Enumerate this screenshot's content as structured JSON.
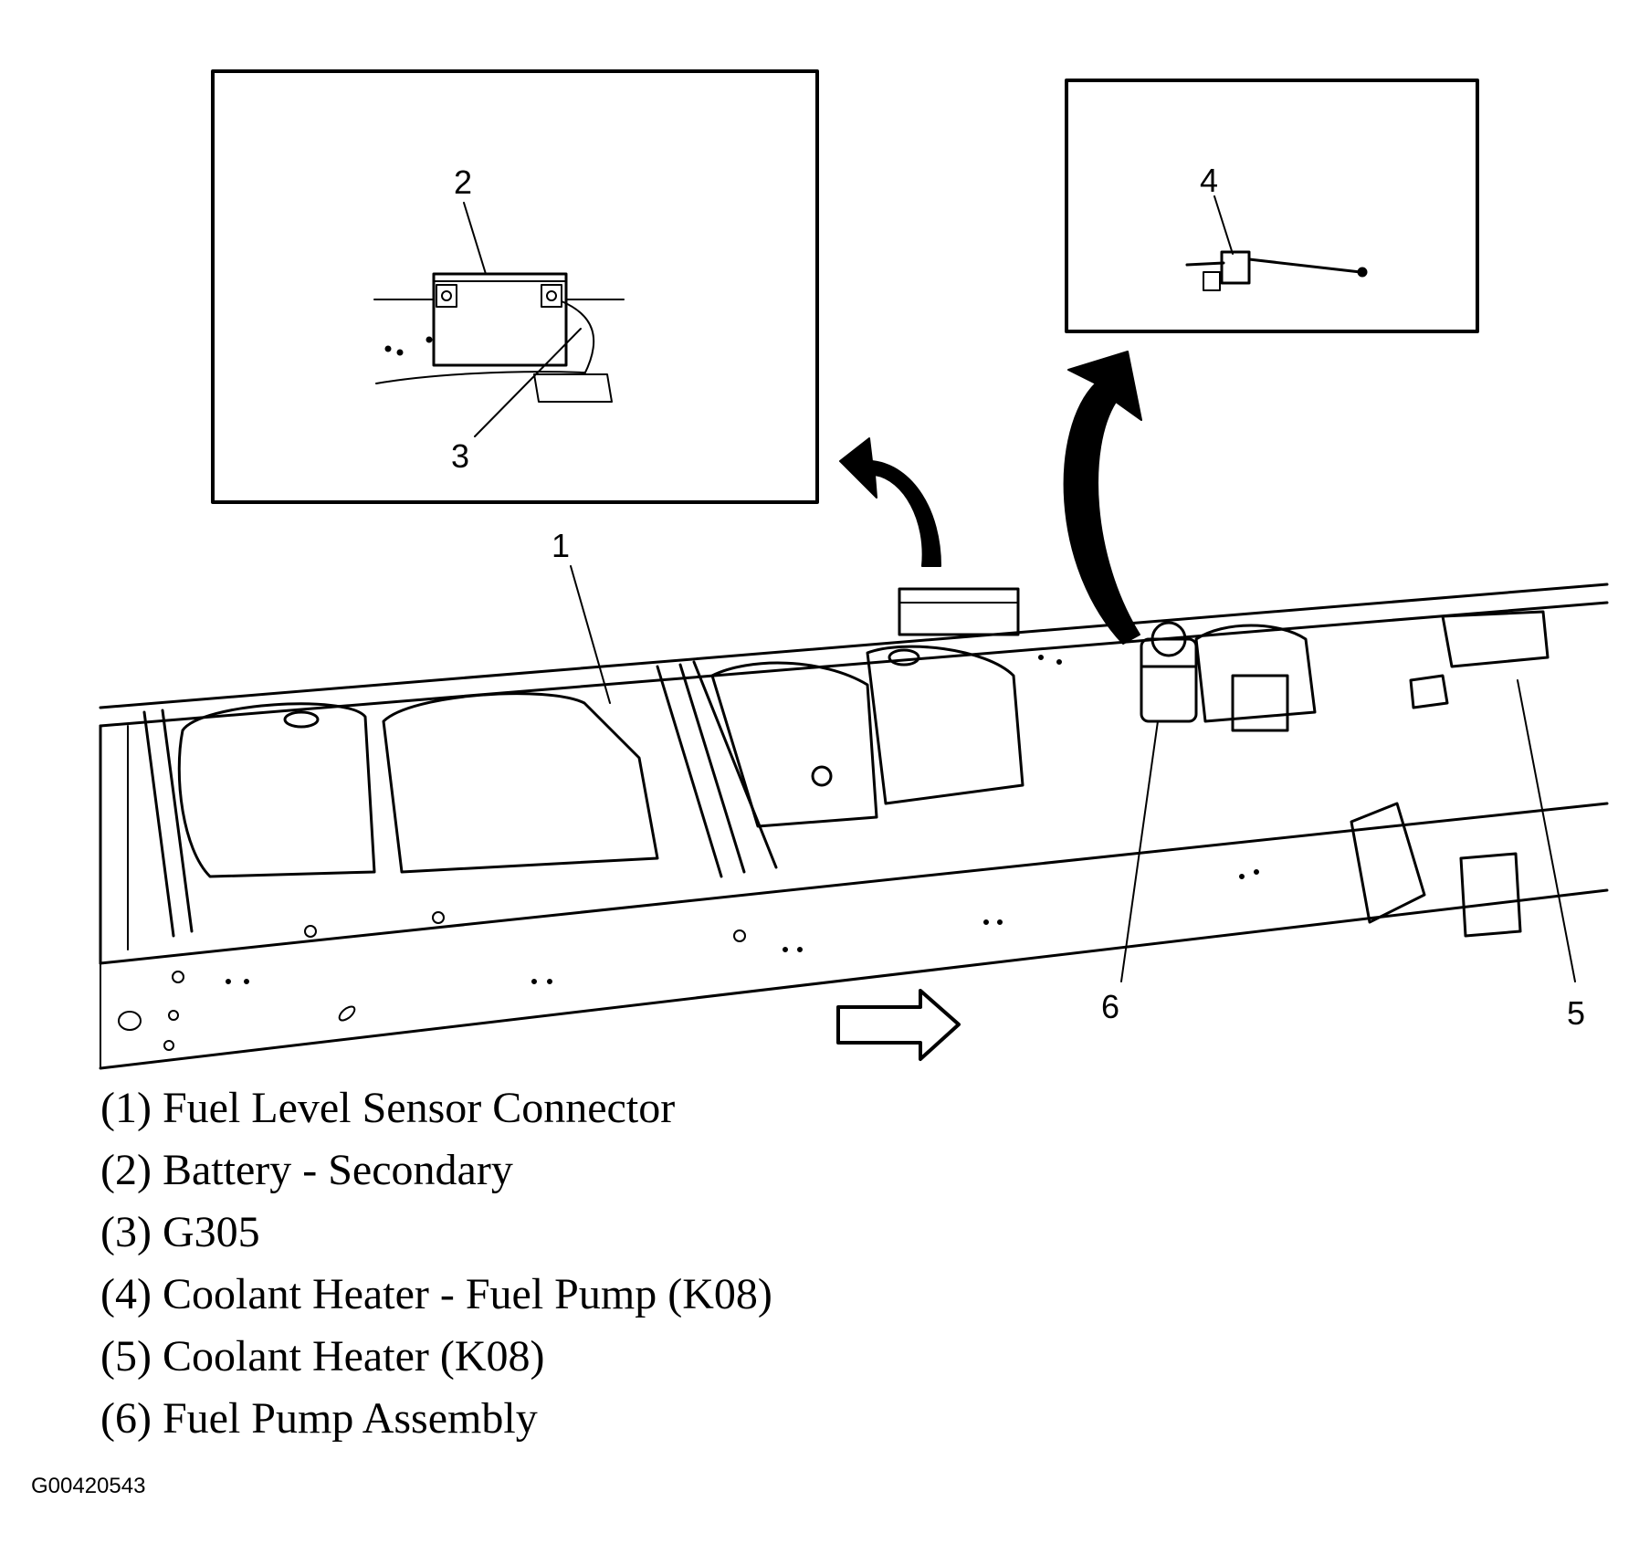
{
  "callouts": [
    {
      "id": "1",
      "text": "1"
    },
    {
      "id": "2",
      "text": "2"
    },
    {
      "id": "3",
      "text": "3"
    },
    {
      "id": "4",
      "text": "4"
    },
    {
      "id": "5",
      "text": "5"
    },
    {
      "id": "6",
      "text": "6"
    }
  ],
  "legend": [
    "(1) Fuel Level Sensor Connector",
    "(2) Battery - Secondary",
    "(3) G305",
    "(4) Coolant Heater - Fuel Pump (K08)",
    "(5) Coolant Heater (K08)",
    "(6) Fuel Pump Assembly"
  ],
  "figure_id": "G00420543",
  "colors": {
    "line": "#000000",
    "background": "#ffffff"
  }
}
